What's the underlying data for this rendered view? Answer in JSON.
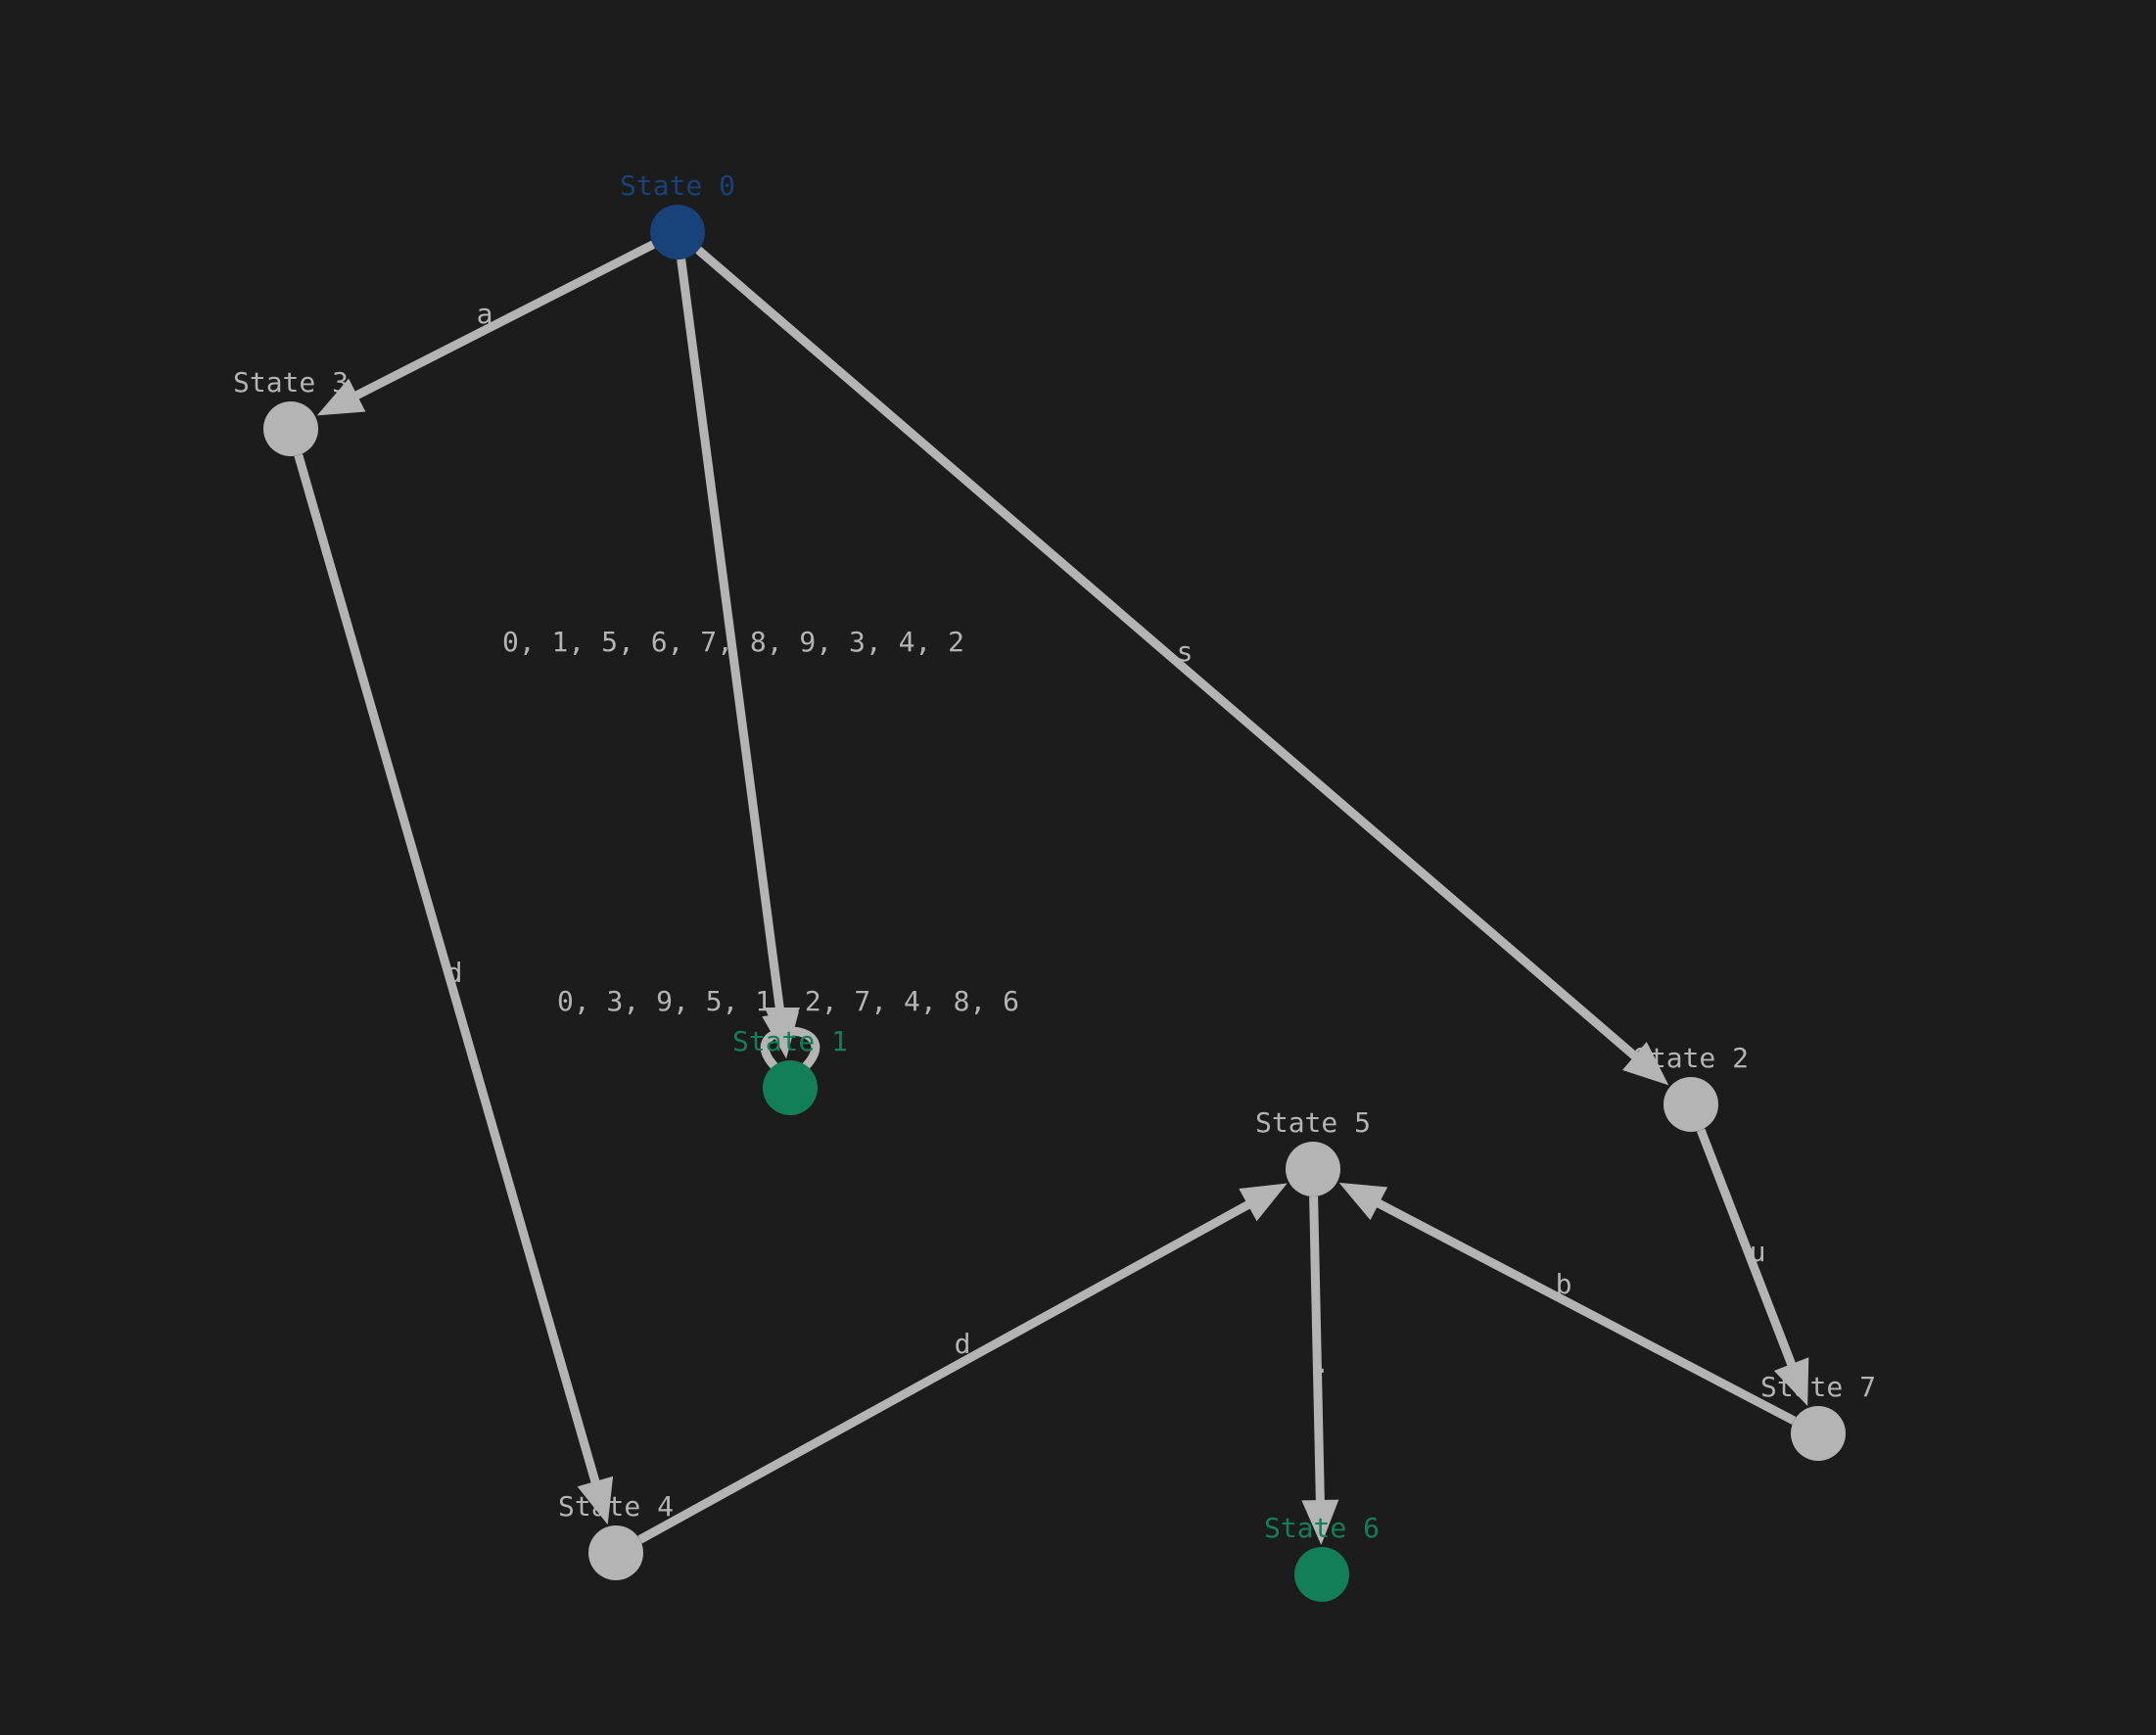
{
  "colors": {
    "background": "#1c1c1c",
    "edge": "#b4b4b4",
    "node_default": "#b4b4b4",
    "node_start": "#17427a",
    "node_accept": "#137f58",
    "label_default": "#b4b4b4",
    "label_start": "#17427a",
    "label_accept": "#137f58"
  },
  "nodes": [
    {
      "id": "s0",
      "label": "State 0",
      "kind": "start"
    },
    {
      "id": "s1",
      "label": "State 1",
      "kind": "accept"
    },
    {
      "id": "s2",
      "label": "State 2",
      "kind": "normal"
    },
    {
      "id": "s3",
      "label": "State 3",
      "kind": "normal"
    },
    {
      "id": "s4",
      "label": "State 4",
      "kind": "normal"
    },
    {
      "id": "s5",
      "label": "State 5",
      "kind": "normal"
    },
    {
      "id": "s6",
      "label": "State 6",
      "kind": "accept"
    },
    {
      "id": "s7",
      "label": "State 7",
      "kind": "normal"
    }
  ],
  "edges": [
    {
      "id": "e-s0-s3",
      "from": "s0",
      "to": "s3",
      "label": "a"
    },
    {
      "id": "e-s0-s1",
      "from": "s0",
      "to": "s1",
      "label": "0, 1, 5, 6, 7, 8, 9, 3, 4, 2"
    },
    {
      "id": "e-s0-s2",
      "from": "s0",
      "to": "s2",
      "label": "s"
    },
    {
      "id": "e-s1-s1",
      "from": "s1",
      "to": "s1",
      "label": "0, 3, 9, 5, 1, 2, 7, 4, 8, 6"
    },
    {
      "id": "e-s3-s4",
      "from": "s3",
      "to": "s4",
      "label": "d"
    },
    {
      "id": "e-s4-s5",
      "from": "s4",
      "to": "s5",
      "label": "d"
    },
    {
      "id": "e-s5-s6",
      "from": "s5",
      "to": "s6",
      "label": "."
    },
    {
      "id": "e-s2-s7",
      "from": "s2",
      "to": "s7",
      "label": "u"
    },
    {
      "id": "e-s7-s5",
      "from": "s7",
      "to": "s5",
      "label": "b"
    }
  ]
}
